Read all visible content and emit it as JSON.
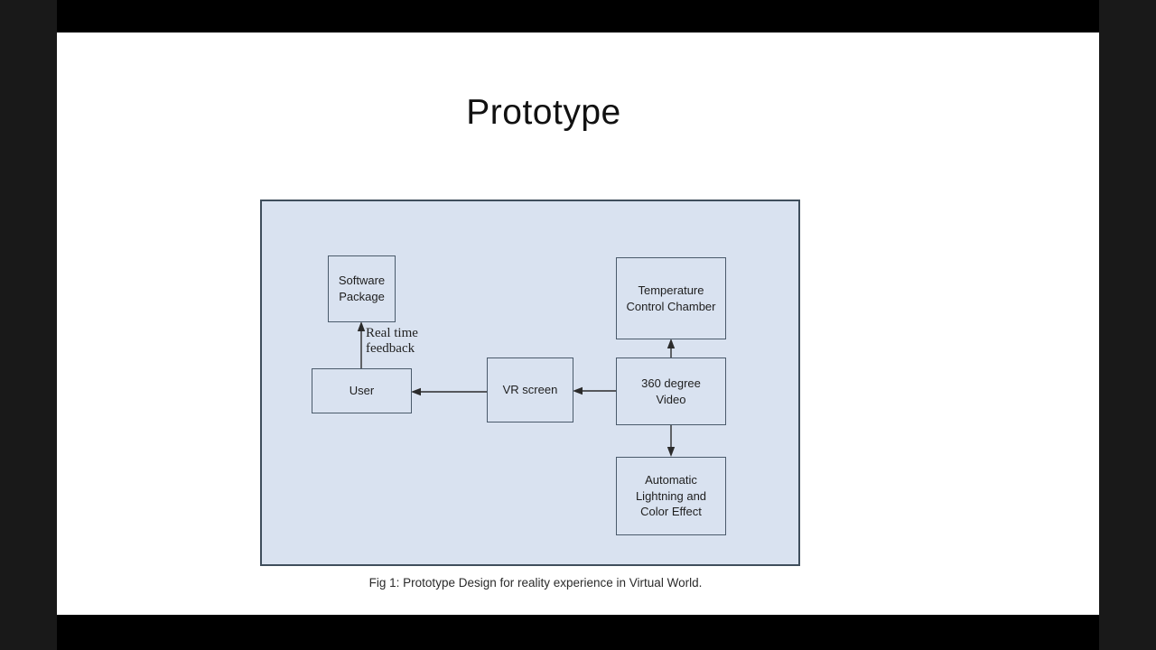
{
  "frame": {
    "outer_background": "#191919",
    "letterbox_color": "#000000",
    "slide_background": "#ffffff"
  },
  "slide": {
    "title": "Prototype",
    "caption": "Fig 1: Prototype Design for reality experience in Virtual World."
  },
  "diagram": {
    "panel_fill": "#d9e2f0",
    "panel_border": "#3f4e5c",
    "node_border": "#4a5a6b",
    "arrow_color": "#2b2b2b",
    "nodes": [
      {
        "id": "software-package",
        "label": "Software\nPackage"
      },
      {
        "id": "user",
        "label": "User"
      },
      {
        "id": "vr-screen",
        "label": "VR screen"
      },
      {
        "id": "temperature-control-chamber",
        "label": "Temperature\nControl Chamber"
      },
      {
        "id": "360-degree-video",
        "label": "360 degree\nVideo"
      },
      {
        "id": "automatic-lightning-and-color-effect",
        "label": "Automatic\nLightning and\nColor Effect"
      }
    ],
    "edges": [
      {
        "from": "user",
        "to": "software-package",
        "direction": "up",
        "label": "Real time\nfeedback"
      },
      {
        "from": "vr-screen",
        "to": "user",
        "direction": "left"
      },
      {
        "from": "360-degree-video",
        "to": "vr-screen",
        "direction": "left"
      },
      {
        "from": "360-degree-video",
        "to": "temperature-control-chamber",
        "direction": "up"
      },
      {
        "from": "360-degree-video",
        "to": "automatic-lightning-and-color-effect",
        "direction": "down"
      }
    ]
  }
}
